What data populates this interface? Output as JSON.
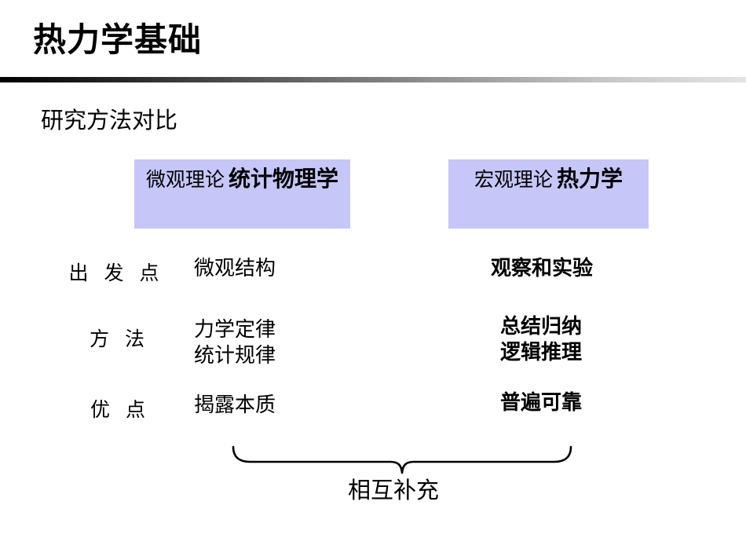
{
  "slide": {
    "title": "热力学基础",
    "subtitle": "研究方法对比",
    "accent_color": "#c6c6f9",
    "rule_gradient_from": "#000000",
    "rule_gradient_to": "#e4e4e4"
  },
  "columns": [
    {
      "id": "micro",
      "line1": "微观理论",
      "line2": "统计物理学"
    },
    {
      "id": "macro",
      "line1": "宏观理论",
      "line2": "热力学"
    }
  ],
  "rows": [
    {
      "label": "出 发 点",
      "left": [
        "微观结构"
      ],
      "right": [
        "观察和实验"
      ]
    },
    {
      "label": "方 法",
      "left": [
        "力学定律",
        "统计规律"
      ],
      "right": [
        "总结归纳",
        "逻辑推理"
      ]
    },
    {
      "label": "优 点",
      "left": [
        "揭露本质"
      ],
      "right": [
        "普遍可靠"
      ]
    }
  ],
  "footer": {
    "brace_label": "brace-connector",
    "caption": "相互补充"
  }
}
